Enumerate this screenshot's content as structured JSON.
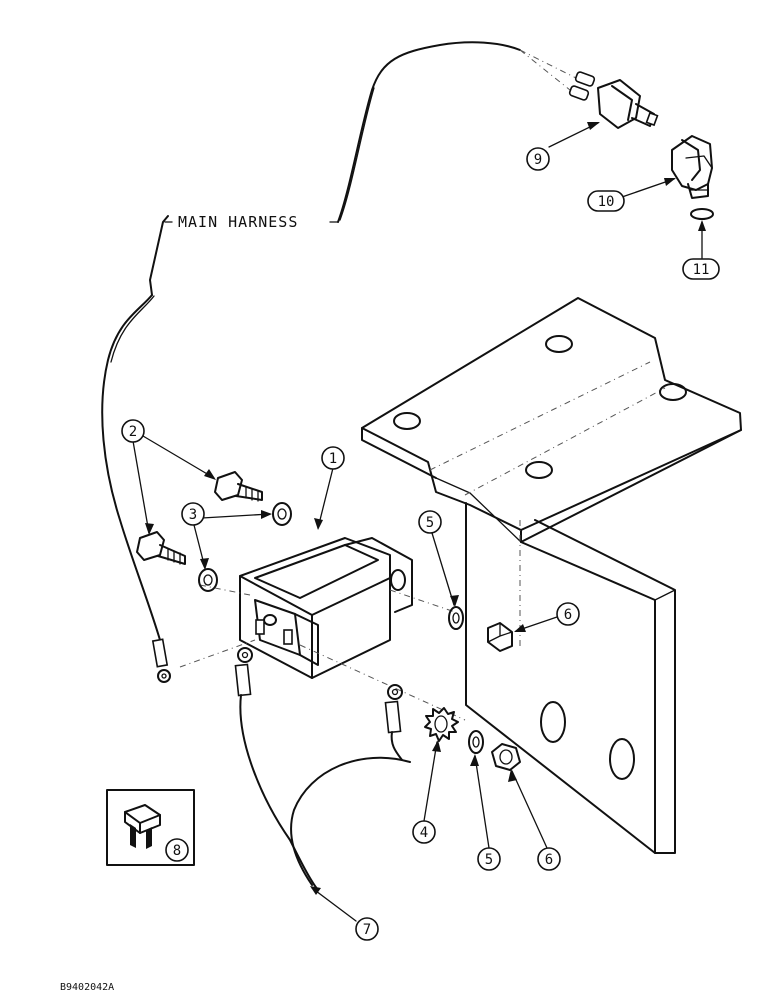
{
  "labels": {
    "main_harness": "MAIN HARNESS",
    "figure_id": "B9402042A"
  },
  "callouts": {
    "c1": "1",
    "c2": "2",
    "c3": "3",
    "c4": "4",
    "c5a": "5",
    "c5b": "5",
    "c6a": "6",
    "c6b": "6",
    "c7": "7",
    "c8": "8",
    "c9": "9",
    "c10": "10",
    "c11": "11"
  }
}
